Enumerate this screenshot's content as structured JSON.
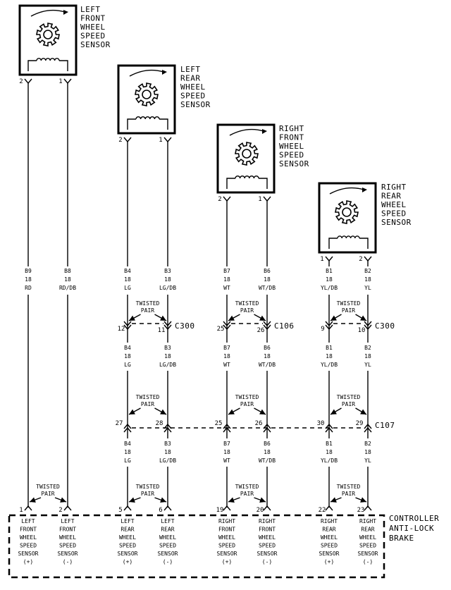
{
  "sensors": [
    {
      "id": "lf",
      "lines": [
        "LEFT",
        "FRONT",
        "WHEEL",
        "SPEED",
        "SENSOR"
      ],
      "pin_left": "2",
      "pin_right": "1"
    },
    {
      "id": "lr",
      "lines": [
        "LEFT",
        "REAR",
        "WHEEL",
        "SPEED",
        "SENSOR"
      ],
      "pin_left": "2",
      "pin_right": "1"
    },
    {
      "id": "rf",
      "lines": [
        "RIGHT",
        "FRONT",
        "WHEEL",
        "SPEED",
        "SENSOR"
      ],
      "pin_left": "2",
      "pin_right": "1"
    },
    {
      "id": "rr",
      "lines": [
        "RIGHT",
        "REAR",
        "WHEEL",
        "SPEED",
        "SENSOR"
      ],
      "pin_left": "1",
      "pin_right": "2"
    }
  ],
  "wires": {
    "lf": [
      {
        "top": [
          "B9",
          "18",
          "RD"
        ]
      },
      {
        "top": [
          "B8",
          "18",
          "RD/DB"
        ]
      }
    ],
    "lr": [
      {
        "top": [
          "B4",
          "18",
          "LG"
        ],
        "mid": [
          "B4",
          "18",
          "LG"
        ],
        "low": [
          "B4",
          "18",
          "LG"
        ]
      },
      {
        "top": [
          "B3",
          "18",
          "LG/DB"
        ],
        "mid": [
          "B3",
          "18",
          "LG/DB"
        ],
        "low": [
          "B3",
          "18",
          "LG/DB"
        ]
      }
    ],
    "rf": [
      {
        "top": [
          "B7",
          "18",
          "WT"
        ],
        "mid": [
          "B7",
          "18",
          "WT"
        ],
        "low": [
          "B7",
          "18",
          "WT"
        ]
      },
      {
        "top": [
          "B6",
          "18",
          "WT/DB"
        ],
        "mid": [
          "B6",
          "18",
          "WT/DB"
        ],
        "low": [
          "B6",
          "18",
          "WT/DB"
        ]
      }
    ],
    "rr": [
      {
        "top": [
          "B1",
          "18",
          "YL/DB"
        ],
        "mid": [
          "B1",
          "18",
          "YL/DB"
        ],
        "low": [
          "B1",
          "18",
          "YL/DB"
        ]
      },
      {
        "top": [
          "B2",
          "18",
          "YL"
        ],
        "mid": [
          "B2",
          "18",
          "YL"
        ],
        "low": [
          "B2",
          "18",
          "YL"
        ]
      }
    ]
  },
  "twisted_pair": [
    "TWISTED",
    "PAIR"
  ],
  "connectors": {
    "upper": [
      {
        "pins": [
          "12",
          "11"
        ],
        "name": "C300"
      },
      {
        "pins": [
          "25",
          "26"
        ],
        "name": "C106"
      },
      {
        "pins": [
          "9",
          "10"
        ],
        "name": "C300"
      }
    ],
    "lower": {
      "pins": [
        "27",
        "28",
        "25",
        "26",
        "30",
        "29"
      ],
      "name": "C107"
    }
  },
  "controller": {
    "title_lines": [
      "CONTROLLER",
      "ANTI-LOCK",
      "BRAKE"
    ],
    "pins": [
      "1",
      "2",
      "5",
      "6",
      "19",
      "20",
      "22",
      "23"
    ],
    "labels": [
      [
        "LEFT",
        "FRONT",
        "WHEEL",
        "SPEED",
        "SENSOR",
        "(+)"
      ],
      [
        "LEFT",
        "FRONT",
        "WHEEL",
        "SPEED",
        "SENSOR",
        "(-)"
      ],
      [
        "LEFT",
        "REAR",
        "WHEEL",
        "SPEED",
        "SENSOR",
        "(+)"
      ],
      [
        "LEFT",
        "REAR",
        "WHEEL",
        "SPEED",
        "SENSOR",
        "(-)"
      ],
      [
        "RIGHT",
        "FRONT",
        "WHEEL",
        "SPEED",
        "SENSOR",
        "(+)"
      ],
      [
        "RIGHT",
        "FRONT",
        "WHEEL",
        "SPEED",
        "SENSOR",
        "(-)"
      ],
      [
        "RIGHT",
        "REAR",
        "WHEEL",
        "SPEED",
        "SENSOR",
        "(+)"
      ],
      [
        "RIGHT",
        "REAR",
        "WHEEL",
        "SPEED",
        "SENSOR",
        "(-)"
      ]
    ]
  }
}
